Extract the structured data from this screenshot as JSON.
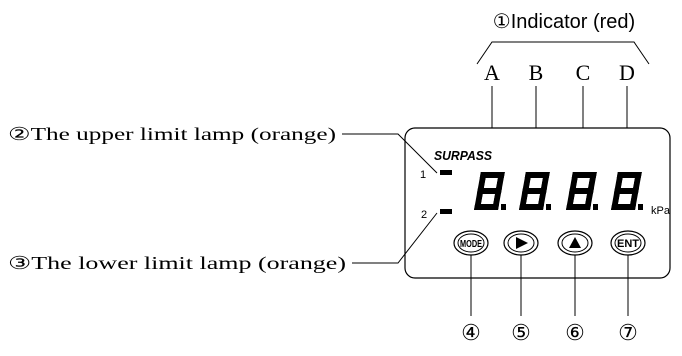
{
  "title": "①Indicator (red)",
  "letters": [
    "A",
    "B",
    "C",
    "D"
  ],
  "brand": "SURPASS",
  "unit": "kPa",
  "lamp_labels": {
    "upper": "②The upper limit lamp (orange)",
    "lower": "③The lower limit lamp (orange)"
  },
  "lamp_numbers": [
    "1",
    "2"
  ],
  "buttons": [
    "MODE",
    "",
    "",
    "ENT"
  ],
  "button_icons": [
    "mode-text",
    "right-triangle-icon",
    "up-triangle-icon",
    "ent-text"
  ],
  "button_numbers": [
    "④",
    "⑤",
    "⑥",
    "⑦"
  ]
}
